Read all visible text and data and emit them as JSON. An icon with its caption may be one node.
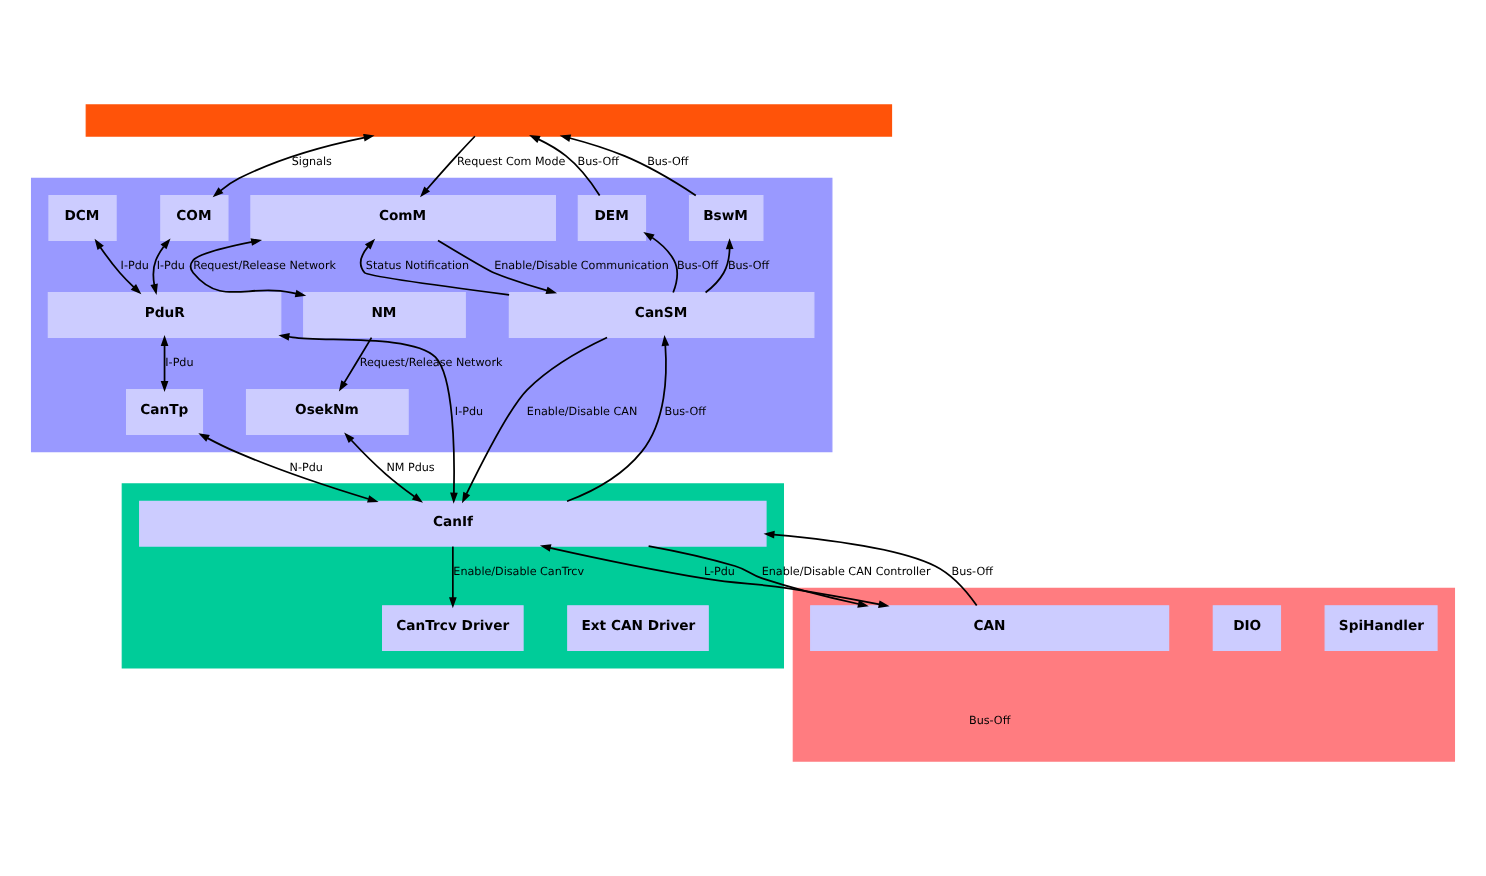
{
  "diagram": {
    "nodes": [
      {
        "text": [],
        "shape": "bar"
      },
      {
        "text": [],
        "shape": "bar"
      },
      {
        "text": [
          "COM"
        ],
        "in": 1
      },
      {
        "text": [
          "DCM"
        ],
        "in": 1
      },
      {
        "text": [
          "DEM"
        ],
        "in": 1
      },
      {
        "text": [
          "BswM"
        ],
        "in": 1
      },
      {
        "text": [
          "ComM"
        ],
        "in": 1
      },
      {
        "text": [
          "PduR"
        ],
        "in": 1
      },
      {
        "text": [
          "CanSM"
        ],
        "in": 1
      },
      {
        "text": [
          "NM"
        ],
        "in": 1
      },
      {
        "text": [
          "CanTp"
        ],
        "in": 1
      },
      {
        "text": [
          "OsekNm"
        ],
        "in": 1
      },
      {
        "text": [],
        "shape": "bar"
      },
      {
        "text": [
          "CanIf"
        ],
        "in": 12
      },
      {
        "text": [
          "CanTrcv Driver"
        ],
        "in": 12
      },
      {
        "text": [
          "Ext CAN Driver"
        ],
        "in": 12
      },
      {
        "text": [],
        "shape": "bar"
      },
      {
        "text": [
          "CAN"
        ],
        "in": 16
      },
      {
        "text": [
          "DIO"
        ],
        "in": 16
      },
      {
        "text": [
          "SpiHandler"
        ],
        "in": 16
      }
    ],
    "edges": [
      {
        "from": 2,
        "to": 0,
        "arrow": "both",
        "label": "Signals"
      },
      {
        "from": 4,
        "to": 0,
        "arrow": "to",
        "label": "Bus-Off"
      },
      {
        "from": 5,
        "to": 0,
        "arrow": "to",
        "label": "Bus-Off"
      },
      {
        "from": 0,
        "to": 6,
        "arrow": "to",
        "label": "Request Com Mode"
      },
      {
        "from": 2,
        "to": 7,
        "arrow": "both",
        "label": "I-Pdu"
      },
      {
        "from": 3,
        "to": 7,
        "arrow": "both",
        "label": "I-Pdu"
      },
      {
        "from": 8,
        "to": 4,
        "arrow": "to",
        "label": "Bus-Off"
      },
      {
        "from": 8,
        "to": 5,
        "arrow": "to",
        "label": "Bus-Off"
      },
      {
        "from": 8,
        "to": 6,
        "arrow": "to",
        "label": "Status Notification"
      },
      {
        "from": 6,
        "to": 8,
        "arrow": "to",
        "label": "Enable/Disable Communication"
      },
      {
        "from": 6,
        "to": 9,
        "arrow": "both",
        "label": "Request/Release Network"
      },
      {
        "from": 7,
        "to": 10,
        "arrow": "both",
        "label": "I-Pdu"
      },
      {
        "from": 13,
        "to": 7,
        "arrow": "both",
        "label": "I-Pdu"
      },
      {
        "from": 10,
        "to": 13,
        "arrow": "both",
        "label": "N-Pdu"
      },
      {
        "from": 13,
        "to": 8,
        "arrow": "to",
        "label": "Bus-Off"
      },
      {
        "from": 8,
        "to": 13,
        "arrow": "to",
        "label": "Enable/Disable CAN"
      },
      {
        "from": 9,
        "to": 11,
        "arrow": "to",
        "label": "Request/Release Network"
      },
      {
        "from": 11,
        "to": 13,
        "arrow": "both",
        "label": "NM Pdus"
      },
      {
        "from": 13,
        "to": 17,
        "arrow": "both",
        "label": "L-Pdu"
      },
      {
        "from": 17,
        "to": 13,
        "arrow": "to",
        "label": "Bus-Off"
      },
      {
        "from": 13,
        "to": 17,
        "arrow": "to",
        "label": "Enable/Disable CAN Controller"
      },
      {
        "from": 13,
        "to": 14,
        "arrow": "to",
        "label": "Enable/Disable CanTrcv"
      }
    ],
    "labels": [
      "Bus-Off"
    ]
  }
}
